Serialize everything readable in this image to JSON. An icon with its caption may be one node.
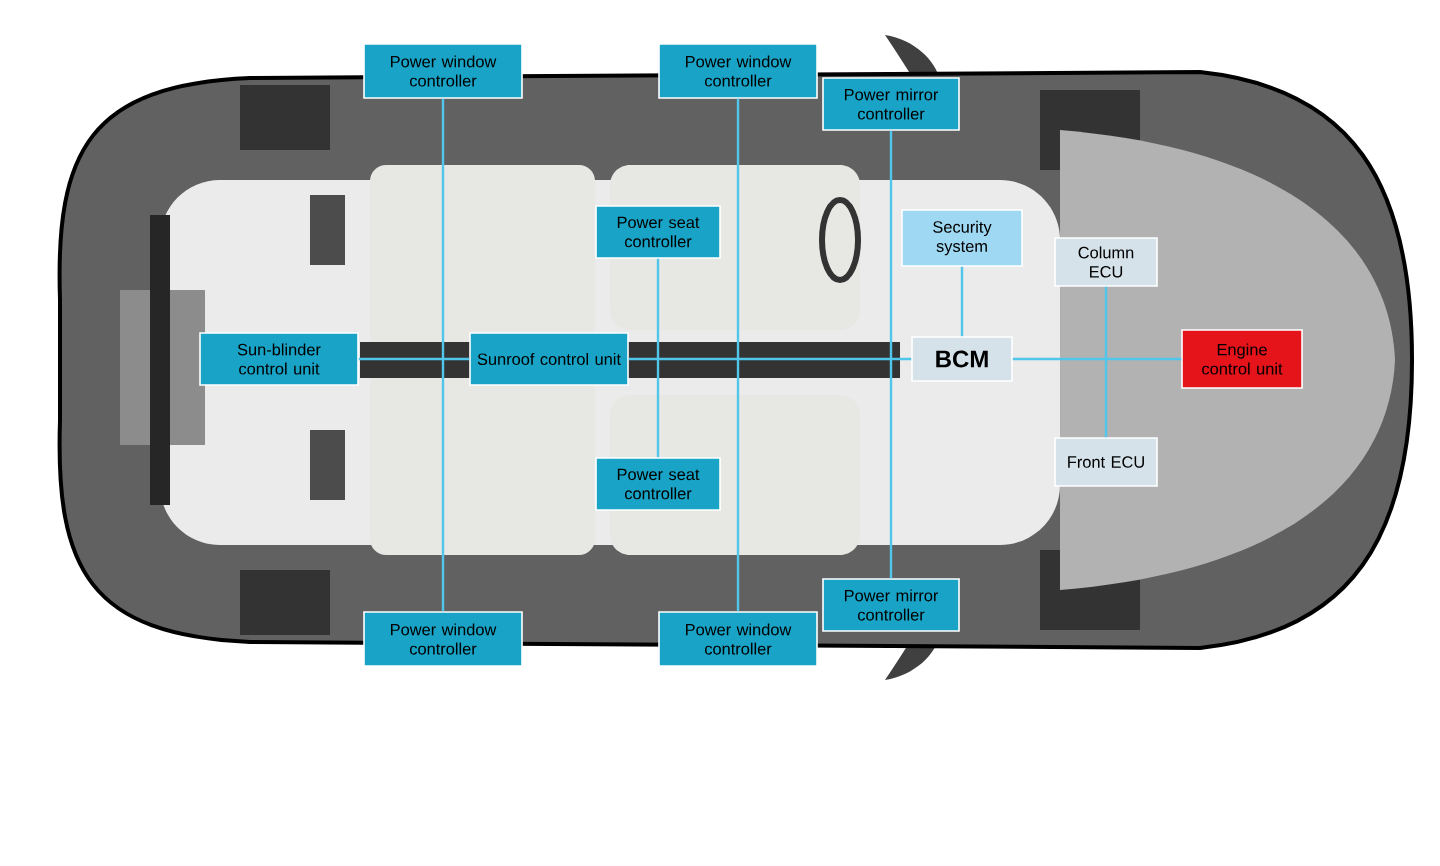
{
  "diagram": {
    "nodes": [
      {
        "text": [
          "Power window controller"
        ]
      },
      {
        "text": [
          "Power window controller"
        ]
      },
      {
        "text": [
          "Power mirror controller"
        ]
      },
      {
        "text": [
          "Power seat controller"
        ]
      },
      {
        "text": [
          "Security system"
        ]
      },
      {
        "text": [
          "Column ECU"
        ]
      },
      {
        "text": [
          "Sun-blinder control unit"
        ]
      },
      {
        "text": [
          "Sunroof control unit"
        ]
      },
      {
        "text": [
          "BCM"
        ]
      },
      {
        "text": [
          "Engine control unit"
        ]
      },
      {
        "text": [
          "Power seat controller"
        ]
      },
      {
        "text": [
          "Front ECU"
        ]
      },
      {
        "text": [
          "Power window controller"
        ]
      },
      {
        "text": [
          "Power window controller"
        ]
      },
      {
        "text": [
          "Power mirror controller"
        ]
      }
    ],
    "edges": [
      {
        "from": 6,
        "to": 7,
        "arrow": "none"
      },
      {
        "from": 7,
        "to": 8,
        "arrow": "none"
      },
      {
        "from": 8,
        "to": 9,
        "arrow": "none"
      },
      {
        "from": 0,
        "to": 12,
        "arrow": "none"
      },
      {
        "from": 1,
        "to": 13,
        "arrow": "none"
      },
      {
        "from": 3,
        "to": 10,
        "arrow": "none"
      },
      {
        "from": 2,
        "to": 14,
        "arrow": "none"
      },
      {
        "from": 4,
        "to": 8,
        "arrow": "none"
      },
      {
        "from": 5,
        "to": 11,
        "arrow": "none"
      }
    ]
  }
}
